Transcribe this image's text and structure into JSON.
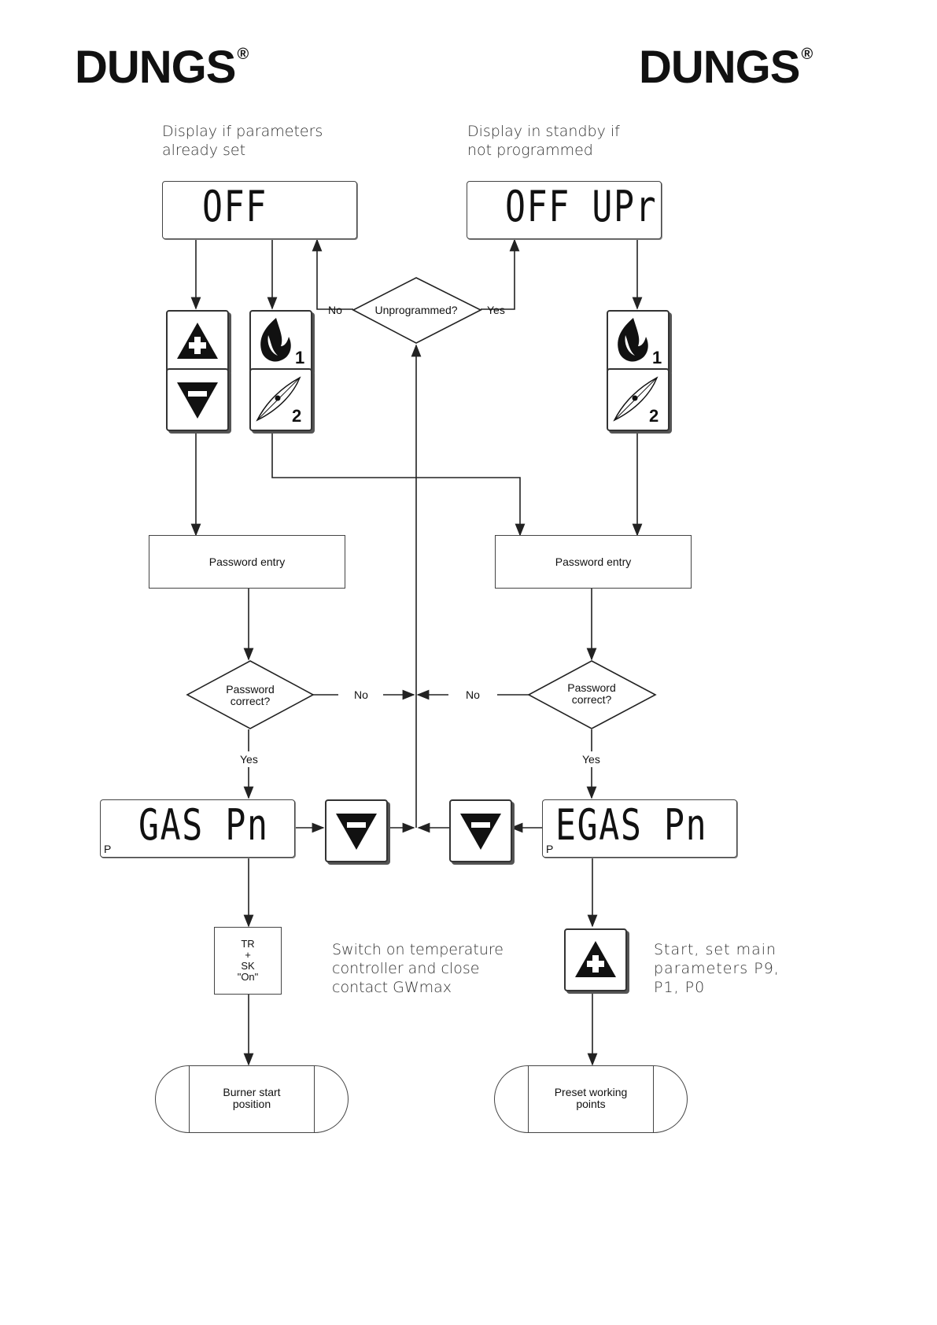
{
  "logos": {
    "left": "DUNGS",
    "right": "DUNGS",
    "reg": "®"
  },
  "captions": {
    "left_top": "Display if parameters\nalready set",
    "right_top": "Display in standby if\nnot programmed",
    "middle_switch": "Switch on temperature\ncontroller and close\ncontact GWmax",
    "right_start": "Start, set main\nparameters P9,\nP1, P0"
  },
  "displays": {
    "left_off": "OFF",
    "right_off": "OFF UPr",
    "left_gas": "GAS Pn",
    "right_gas": "EGAS Pn",
    "p_marker": "P"
  },
  "keys": {
    "plus_icon": "plus-triangle-icon",
    "minus_icon": "minus-triangle-icon",
    "flame_icon": "flame-icon",
    "fan_icon": "fan-icon",
    "flame_number": "1",
    "fan_number": "2"
  },
  "decisions": {
    "unprogrammed": "Unprogrammed?",
    "password_left": "Password\ncorrect?",
    "password_right": "Password\ncorrect?",
    "no": "No",
    "yes": "Yes"
  },
  "boxes": {
    "password_entry_left": "Password entry",
    "password_entry_right": "Password entry",
    "tr_sk": "TR\n+\nSK\n\"On\""
  },
  "terminals": {
    "burner_start": "Burner start\nposition",
    "preset_points": "Preset working\npoints"
  },
  "colors": {
    "line": "#222222",
    "key_fill": "#111111"
  }
}
